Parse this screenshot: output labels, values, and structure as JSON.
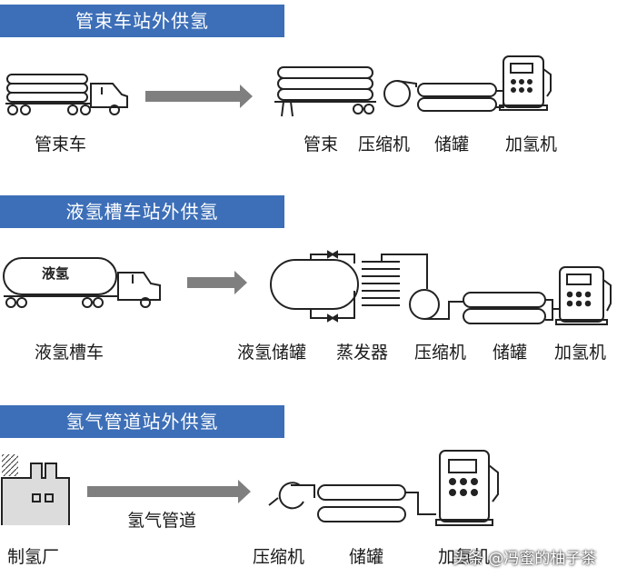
{
  "section1": {
    "title": "管束车站外供氢",
    "source_label": "管束车",
    "labels": [
      "管束",
      "压缩机",
      "储罐",
      "加氢机"
    ]
  },
  "section2": {
    "title": "液氢槽车站外供氢",
    "tank_text": "液氢",
    "source_label": "液氢槽车",
    "labels": [
      "液氢储罐",
      "蒸发器",
      "压缩机",
      "储罐",
      "加氢机"
    ]
  },
  "section3": {
    "title": "氢气管道站外供氢",
    "pipeline_label": "氢气管道",
    "source_label": "制氢厂",
    "labels": [
      "压缩机",
      "储罐",
      "加氢机"
    ]
  },
  "watermark": "头条 @冯蜜的柚子茶",
  "colors": {
    "header": "#3d6fb8",
    "arrow": "#7f7f7f",
    "line": "#222222"
  }
}
